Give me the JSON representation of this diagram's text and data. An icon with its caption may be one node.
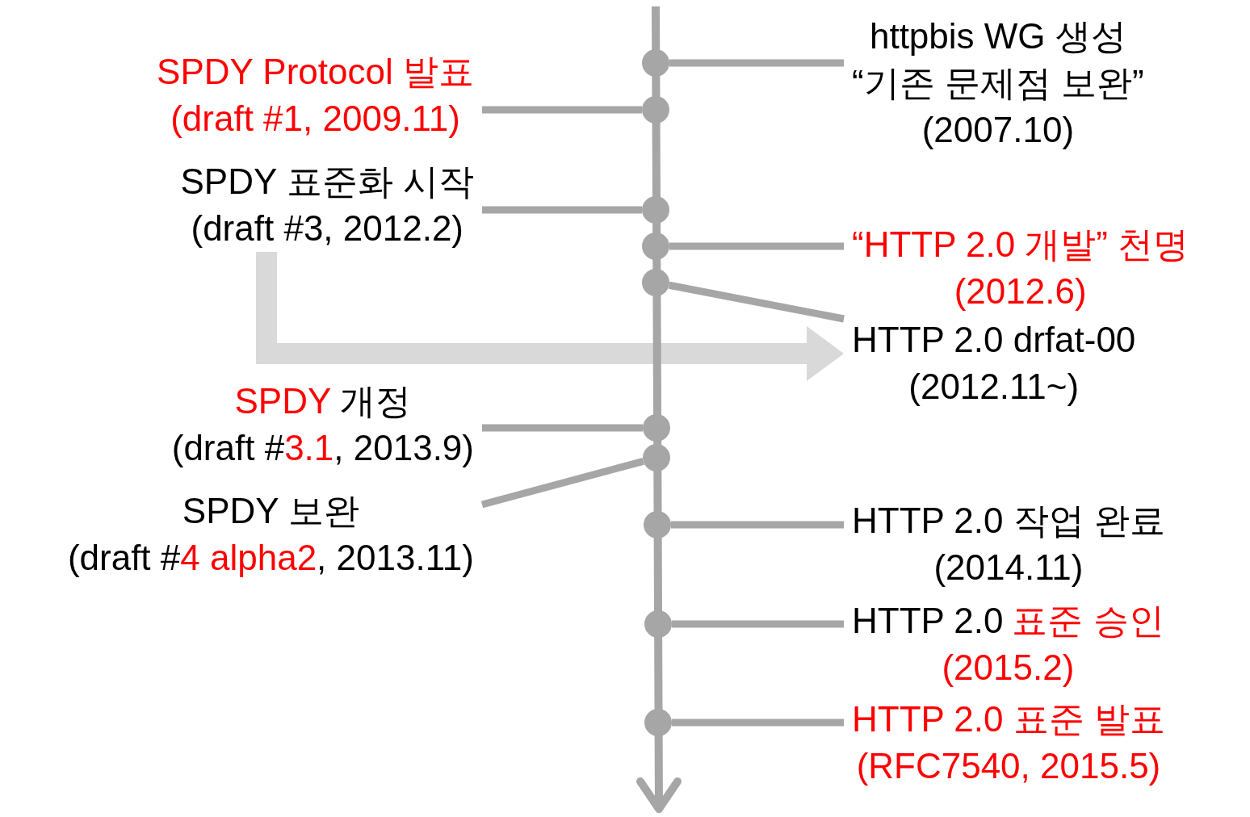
{
  "diagram": {
    "nodes": [
      {
        "text": [
          "SPDY Protocol 발표",
          "(draft #1, 2009.11)"
        ]
      },
      {
        "text": [
          "SPDY 표준화 시작",
          "(draft #3, 2012.2)"
        ]
      },
      {
        "text": [
          "SPDY",
          "개정",
          "(draft #",
          "3.1",
          ", 2013.9)"
        ]
      },
      {
        "text": [
          "SPDY 보완",
          "(draft #",
          "4 alpha2",
          ", 2013.11)"
        ]
      },
      {
        "text": [
          "httpbis WG 생성",
          "“기존 문제점 보완”",
          "(2007.10)"
        ]
      },
      {
        "text": [
          "“HTTP 2.0 개발” 천명",
          "(2012.6)"
        ]
      },
      {
        "text": [
          "HTTP 2.0 drfat-00",
          "(2012.11~)"
        ]
      },
      {
        "text": [
          "HTTP 2.0 작업 완료",
          "(2014.11)"
        ]
      },
      {
        "text": [
          "HTTP 2.0",
          "표준 승인",
          "(2015.2)"
        ]
      },
      {
        "text": [
          "HTTP 2.0 표준 발표",
          "(RFC7540, 2015.5)"
        ]
      },
      {
        "text": [],
        "shape": "circle"
      },
      {
        "text": [],
        "shape": "circle"
      },
      {
        "text": [],
        "shape": "circle"
      },
      {
        "text": [],
        "shape": "circle"
      },
      {
        "text": [],
        "shape": "circle"
      },
      {
        "text": [],
        "shape": "circle"
      },
      {
        "text": [],
        "shape": "circle"
      },
      {
        "text": [],
        "shape": "circle"
      },
      {
        "text": [],
        "shape": "circle"
      },
      {
        "text": [],
        "shape": "circle"
      }
    ],
    "edges": [
      {
        "from": 10,
        "to": 4,
        "arrow": "none"
      },
      {
        "from": 11,
        "to": 0,
        "arrow": "none"
      },
      {
        "from": 12,
        "to": 1,
        "arrow": "none"
      },
      {
        "from": 13,
        "to": 5,
        "arrow": "none"
      },
      {
        "from": 14,
        "to": 6,
        "arrow": "none"
      },
      {
        "from": 15,
        "to": 2,
        "arrow": "none"
      },
      {
        "from": 16,
        "to": 3,
        "arrow": "none"
      },
      {
        "from": 17,
        "to": 7,
        "arrow": "none"
      },
      {
        "from": 18,
        "to": 8,
        "arrow": "none"
      },
      {
        "from": 19,
        "to": 9,
        "arrow": "none"
      },
      {
        "from": 1,
        "to": 6,
        "arrow": "to",
        "style": "thick",
        "color": "#d9d9d9"
      }
    ]
  }
}
